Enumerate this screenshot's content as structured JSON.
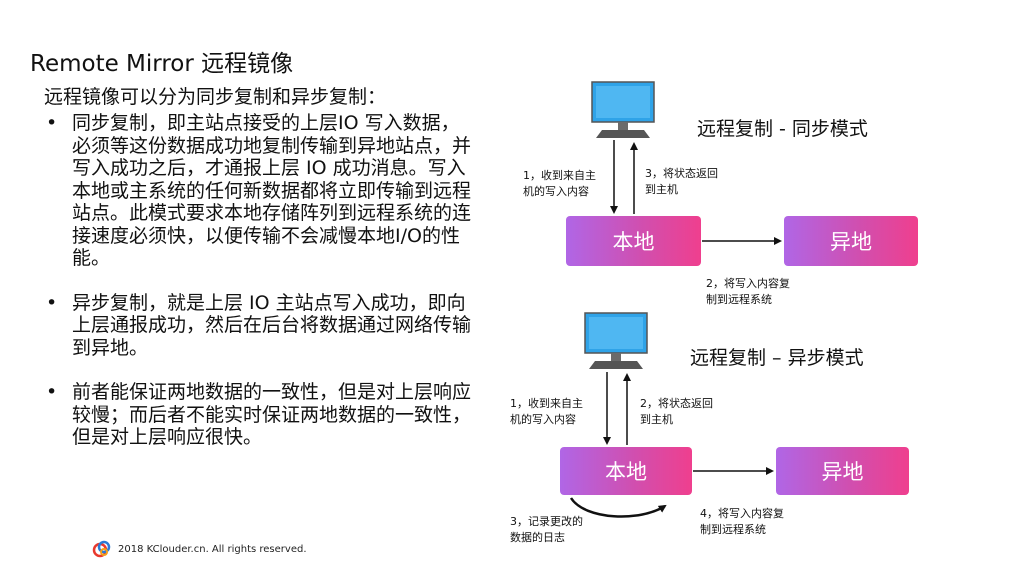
{
  "title": "Remote Mirror 远程镜像",
  "intro": "远程镜像可以分为同步复制和异步复制：",
  "bullets": [
    "同步复制，即主站点接受的上层IO 写入数据，必须等这份数据成功地复制传输到异地站点，并写入成功之后，才通报上层 IO 成功消息。写入本地或主系统的任何新数据都将立即传输到远程站点。此模式要求本地存储阵列到远程系统的连接速度必须快，以便传输不会减慢本地I/O的性能。",
    "异步复制，就是上层 IO 主站点写入成功，即向上层通报成功，然后在后台将数据通过网络传输到异地。",
    "前者能保证两地数据的一致性，但是对上层响应较慢；而后者不能实时保证两地数据的一致性，但是对上层响应很快。"
  ],
  "bullet_marker": "•",
  "footer": "2018 KClouder.cn. All rights reserved.",
  "sync": {
    "title": "远程复制 - 同步模式",
    "local": "本地",
    "remote": "异地",
    "step1": [
      "1，收到来自主",
      "机的写入内容"
    ],
    "step3": [
      "3，将状态返回",
      "到主机"
    ],
    "step2": [
      "2，将写入内容复",
      "制到远程系统"
    ]
  },
  "async": {
    "title": "远程复制 – 异步模式",
    "local": "本地",
    "remote": "异地",
    "step1": [
      "1，收到来自主",
      "机的写入内容"
    ],
    "step2": [
      "2，将状态返回",
      "到主机"
    ],
    "step3": [
      "3，记录更改的",
      "数据的日志"
    ],
    "step4": [
      "4，将写入内容复",
      "制到远程系统"
    ]
  },
  "colors": {
    "box_gradient_start": "#b066e6",
    "box_gradient_end": "#ef3f8e",
    "monitor_screen": "#2fa3e8"
  }
}
